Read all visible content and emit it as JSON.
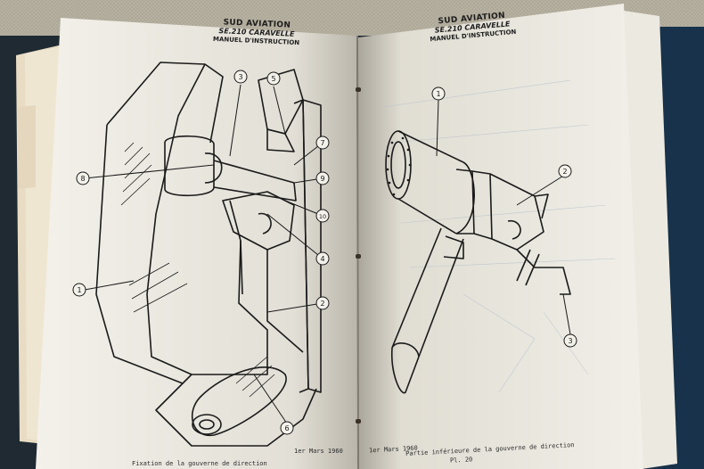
{
  "left_page": {
    "header": {
      "brand": "SUD AVIATION",
      "model": "SE.210 CARAVELLE",
      "manual": "MANUEL D'INSTRUCTION"
    },
    "callouts": [
      "1",
      "2",
      "3",
      "4",
      "5",
      "6",
      "7",
      "8",
      "9",
      "10"
    ],
    "date": "1er Mars 1960",
    "caption": "Fixation de la gouverne de direction"
  },
  "right_page": {
    "header": {
      "brand": "SUD AVIATION",
      "model": "SE.210 CARAVELLE",
      "manual": "MANUEL D'INSTRUCTION"
    },
    "callouts": [
      "1",
      "2",
      "3"
    ],
    "date": "1er Mars 1960",
    "caption": "Partie inférieure de la gouverne de direction",
    "plate": "Pl. 20"
  },
  "colors": {
    "background": "#1f2a33",
    "paper": "#f3f1ea",
    "ink": "#1a1a1a",
    "linen": "#b8b2a2"
  }
}
